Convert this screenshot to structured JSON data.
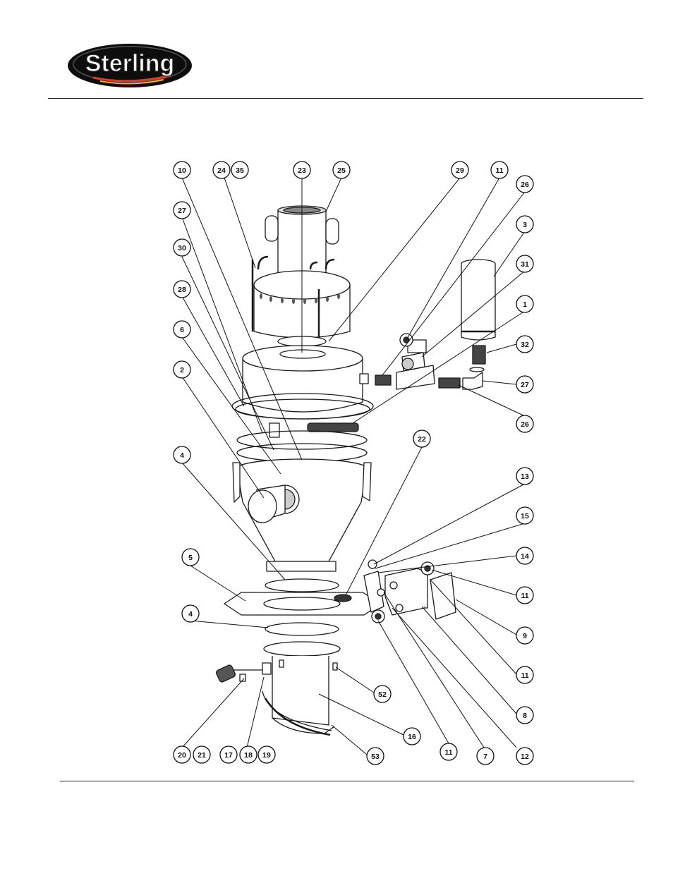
{
  "logo": {
    "text": "Sterling",
    "colors": {
      "ellipse": "#101010",
      "text": "#ffffff",
      "accent": "#e23a1a"
    }
  },
  "callouts": [
    "10",
    "24",
    "35",
    "23",
    "25",
    "29",
    "11",
    "26",
    "3",
    "27",
    "31",
    "30",
    "1",
    "28",
    "6",
    "32",
    "2",
    "27",
    "26",
    "4",
    "22",
    "13",
    "15",
    "14",
    "5",
    "11",
    "4",
    "9",
    "11",
    "52",
    "8",
    "16",
    "20",
    "21",
    "17",
    "18",
    "19",
    "53",
    "11",
    "7",
    "12"
  ]
}
